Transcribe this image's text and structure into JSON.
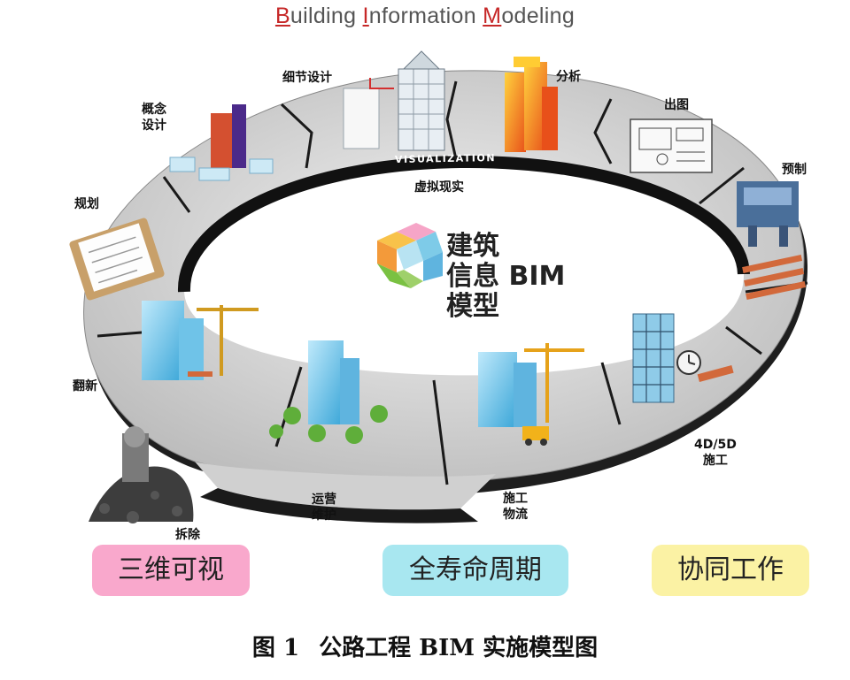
{
  "header": {
    "title_parts": [
      {
        "cap": "B",
        "rest": "uilding "
      },
      {
        "cap": "I",
        "rest": "nformation "
      },
      {
        "cap": "M",
        "rest": "odeling"
      }
    ]
  },
  "ring": {
    "visualization_label": "VISUALIZATION",
    "virtual_reality_label": "虚拟现实"
  },
  "stages": {
    "concept_design": [
      "概念",
      "设计"
    ],
    "detail_design": "细节设计",
    "analysis": "分析",
    "drawing_output": "出图",
    "prefabrication": "预制",
    "planning": "规划",
    "renovation": "翻新",
    "demolition": "拆除",
    "operation_maintenance": [
      "运营",
      "维护"
    ],
    "construction_logistics": [
      "施工",
      "物流"
    ],
    "construction_4d5d": [
      "4D/5D",
      "施工"
    ]
  },
  "center": {
    "lines": [
      "建筑",
      "信息",
      "模型"
    ],
    "bim": "BIM"
  },
  "pills": [
    {
      "label": "三维可视",
      "color": "#f9a8cc"
    },
    {
      "label": "全寿命周期",
      "color": "#a8e7f0"
    },
    {
      "label": "协同工作",
      "color": "#fbf2a4"
    }
  ],
  "caption": {
    "figure_no": "图 1",
    "text": "公路工程 BIM 实施模型图"
  }
}
